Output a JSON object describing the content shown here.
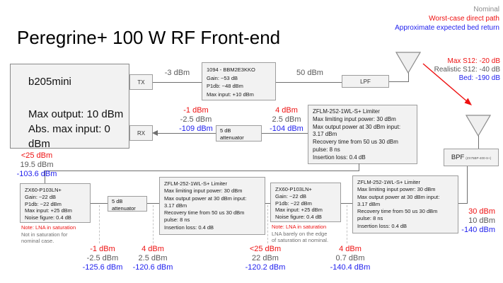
{
  "title": "Peregrine+ 100 W RF Front-end",
  "legend": {
    "nominal": "Nominal",
    "worst_case": "Worst-case direct path",
    "bed_return": "Approximate expected bed return"
  },
  "colors": {
    "nominal_gray": "#595959",
    "worst_case_red": "#ee1111",
    "bed_return_blue": "#2222ee",
    "block_fill": "#f2f2f2",
    "block_border": "#9d9d9d"
  },
  "sdr": {
    "name": "b205mini",
    "max_output": "Max output: 10 dBm",
    "abs_max_input": "Abs. max input: 0 dBm",
    "tx_port": "TX",
    "rx_port": "RX"
  },
  "pa": {
    "lines": [
      "1094 - BBM2E3KKO",
      "Gain: ~53 dB",
      "P1db: ~48 dBm",
      "Max input: +10 dBm"
    ]
  },
  "lpf": {
    "label": "LPF"
  },
  "bpf": {
    "label": "BPF",
    "model": "(ZX75BP-400-S+)"
  },
  "attenuator": {
    "line1": "5 dB",
    "line2": "attenuator"
  },
  "limiter": {
    "lines": [
      "ZFLM-252-1WL-S+ Limiter",
      "Max limiting input power: 30 dBm",
      "Max output power at 30 dBm input:",
      "3.17 dBm",
      "Recovery time from 50 us 30 dBm",
      "pulse: 8 ns",
      "Insertion loss: 0.4 dB"
    ]
  },
  "lna": {
    "lines": [
      "ZX60-P103LN+",
      "Gain: ~22 dB",
      "P1db: ~22 dBm",
      "Max input: +25 dBm",
      "Noise figure: 0.4 dB"
    ]
  },
  "notes": {
    "lna1": {
      "title": "Note: LNA in saturation",
      "line1": "Not in saturation for",
      "line2": "nominal case."
    },
    "lna2": {
      "title": "Note: LNA in saturation",
      "line1": "LNA barely on the edge",
      "line2": "of saturation at nominal."
    }
  },
  "s12": {
    "worst": "Max S12: -20 dB",
    "nominal": "Realistic S12: -40 dB",
    "bed": "Bed: -190 dB"
  },
  "wire_labels": {
    "tx_to_pa": "-3 dBm",
    "pa_to_lpf": "50 dBm"
  },
  "levels": {
    "rx_input": {
      "worst": "-1 dBm",
      "nominal": "-2.5 dBm",
      "bed": "-109 dBm"
    },
    "limiter1_out": {
      "worst": "4 dBm",
      "nominal": "2.5 dBm",
      "bed": "-104 dBm"
    },
    "lna1_out": {
      "worst": "<25 dBm",
      "nominal": "19.5 dBm",
      "bed": "-103.6 dBm"
    },
    "lna1_in": {
      "worst": "-1 dBm",
      "nominal": "-2.5 dBm",
      "bed": "-125.6 dBm"
    },
    "limiter2_out": {
      "worst": "4 dBm",
      "nominal": "2.5 dBm",
      "bed": "-120.6 dBm"
    },
    "lna2_out": {
      "worst": "<25 dBm",
      "nominal": "22 dBm",
      "bed": "-120.2 dBm"
    },
    "limiter3_out": {
      "worst": "4 dBm",
      "nominal": "0.7 dBm",
      "bed": "-140.4 dBm"
    },
    "bpf_out": {
      "worst": "30 dBm",
      "nominal": "10 dBm",
      "bed": "-140 dBm"
    }
  }
}
